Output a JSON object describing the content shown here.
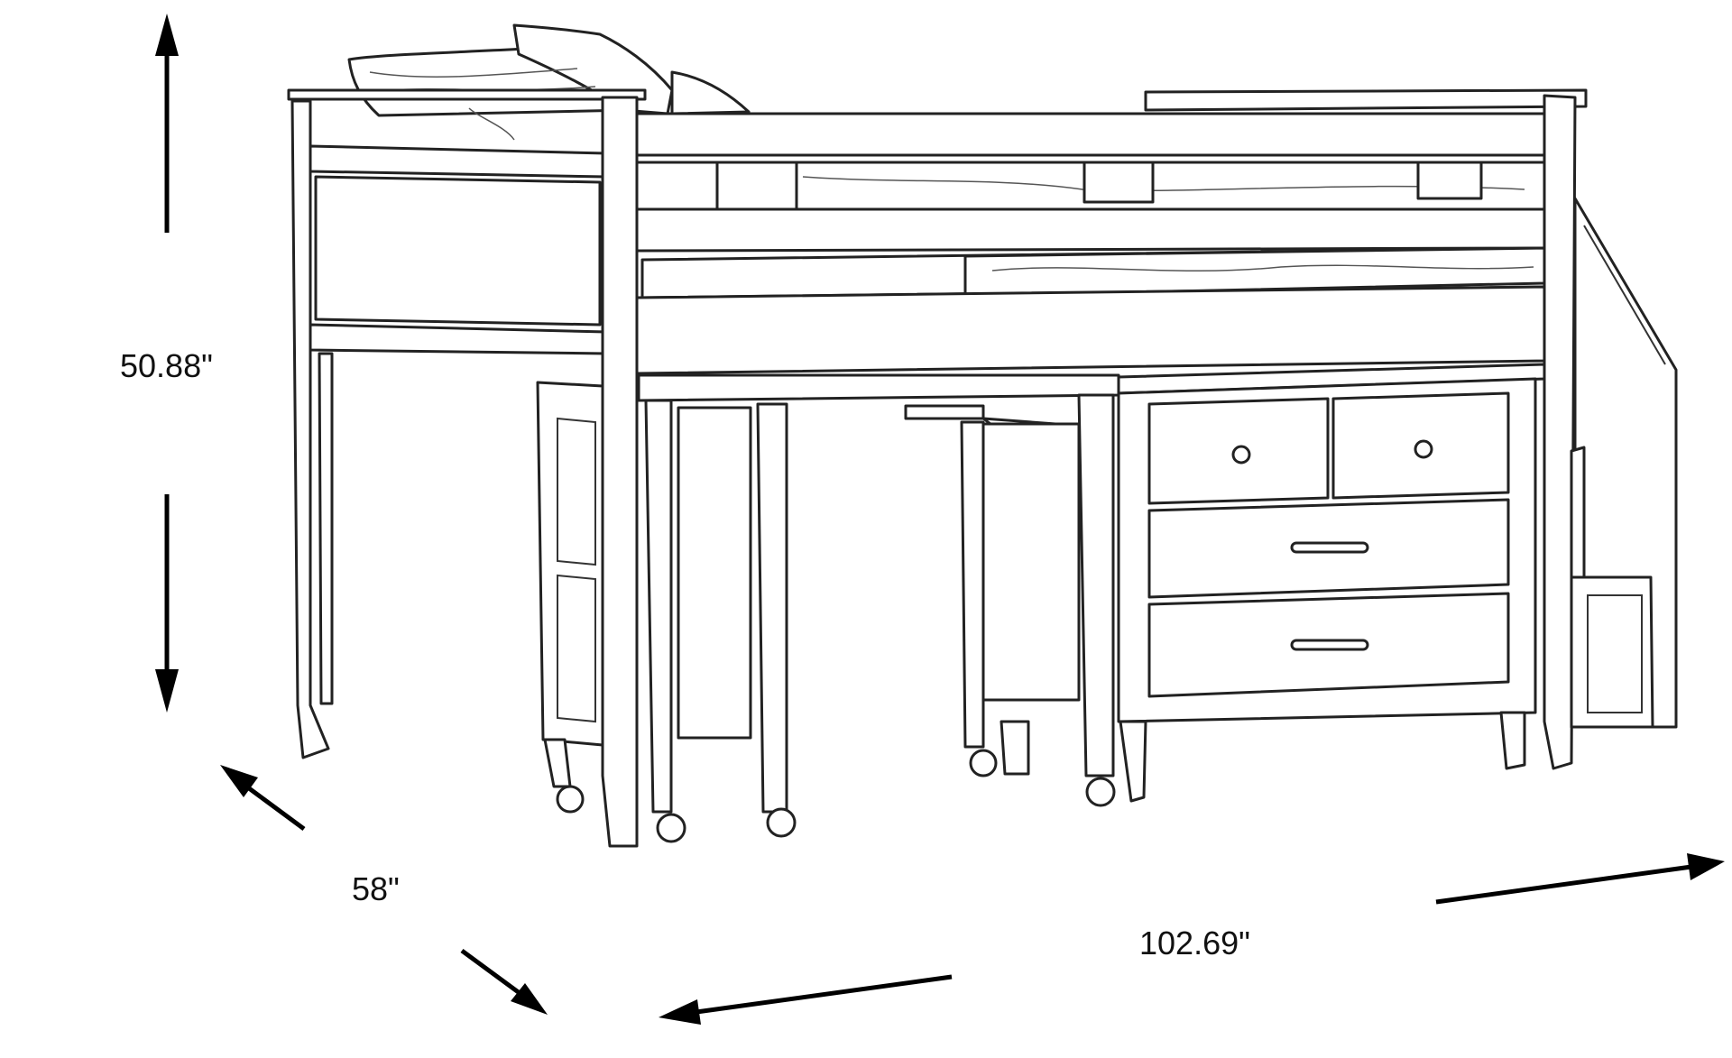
{
  "dimensions": {
    "height": "50.88\"",
    "depth": "58\"",
    "width": "102.69\""
  },
  "colors": {
    "line": "#222222",
    "arrow": "#000000",
    "background": "#ffffff"
  }
}
